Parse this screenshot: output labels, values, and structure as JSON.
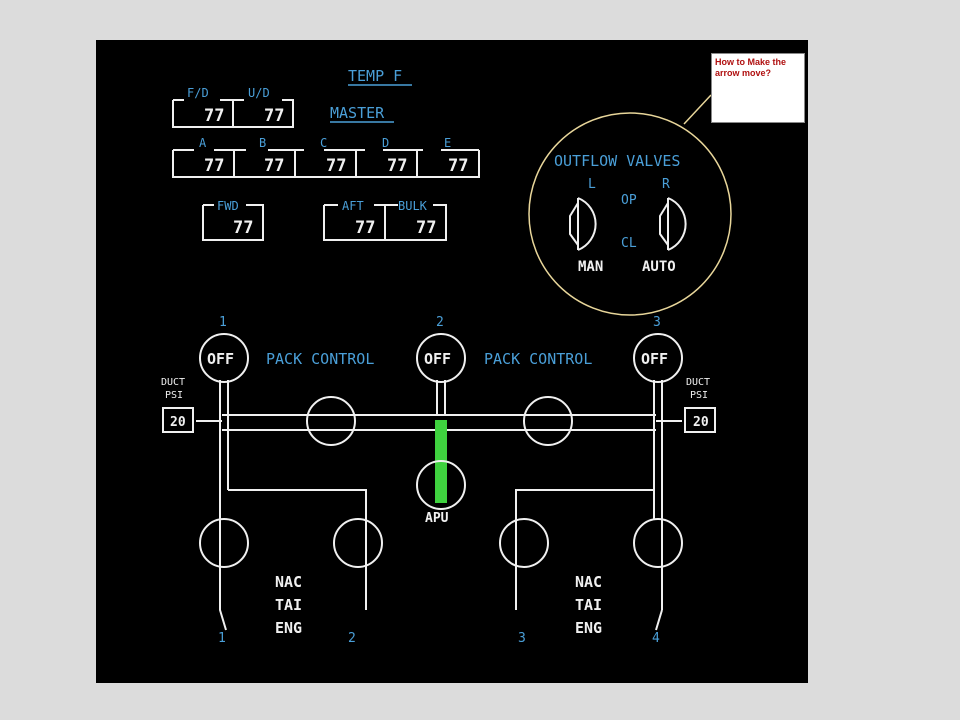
{
  "note": {
    "text": "How to Make the arrow move?"
  },
  "temp": {
    "title": "TEMP F",
    "master": "MASTER",
    "fd": {
      "label": "F/D",
      "value": "77"
    },
    "ud": {
      "label": "U/D",
      "value": "77"
    },
    "zones": [
      {
        "label": "A",
        "value": "77"
      },
      {
        "label": "B",
        "value": "77"
      },
      {
        "label": "C",
        "value": "77"
      },
      {
        "label": "D",
        "value": "77"
      },
      {
        "label": "E",
        "value": "77"
      }
    ],
    "fwd": {
      "label": "FWD",
      "value": "77"
    },
    "aft": {
      "label": "AFT",
      "value": "77"
    },
    "bulk": {
      "label": "BULK",
      "value": "77"
    }
  },
  "outflow": {
    "title": "OUTFLOW VALVES",
    "left": "L",
    "right": "R",
    "op": "OP",
    "cl": "CL",
    "left_mode": "MAN",
    "right_mode": "AUTO"
  },
  "packs": [
    {
      "num": "1",
      "state": "OFF"
    },
    {
      "num": "2",
      "state": "OFF"
    },
    {
      "num": "3",
      "state": "OFF"
    }
  ],
  "pack_control": "PACK CONTROL",
  "duct_left": {
    "label1": "DUCT",
    "label2": "PSI",
    "value": "20"
  },
  "duct_right": {
    "label1": "DUCT",
    "label2": "PSI",
    "value": "20"
  },
  "apu": "APU",
  "nac_tai_eng": [
    "NAC",
    "TAI",
    "ENG"
  ],
  "engines": [
    "1",
    "2",
    "3",
    "4"
  ],
  "colors": {
    "cyan": "#4a9fd8",
    "white": "#f0f0f0",
    "green": "#3fd23f",
    "background": "#000000"
  }
}
